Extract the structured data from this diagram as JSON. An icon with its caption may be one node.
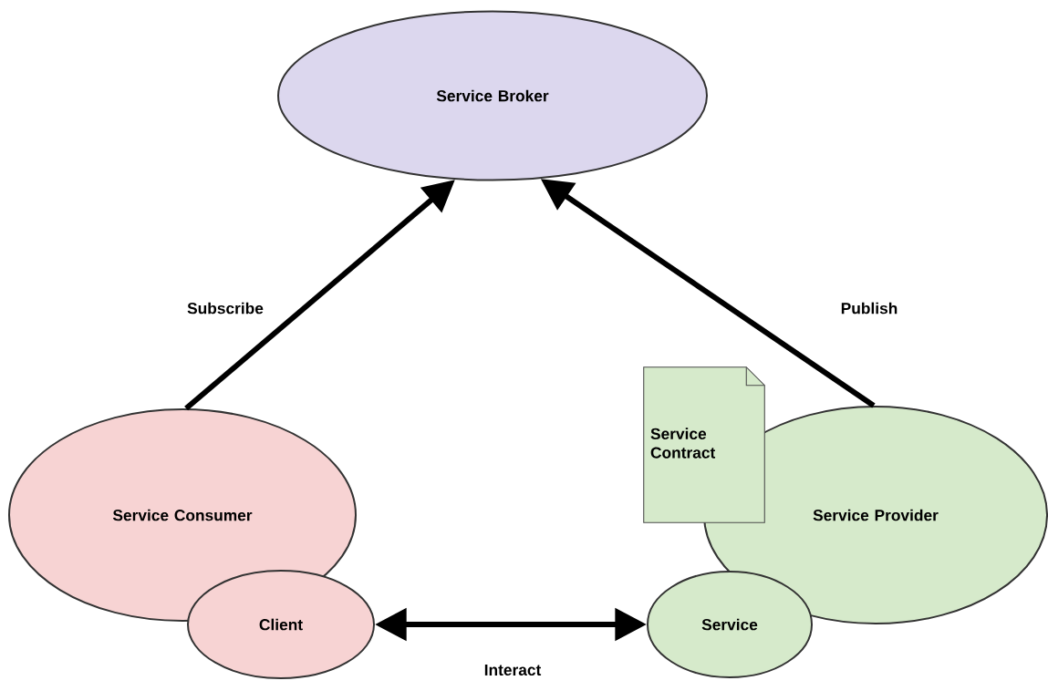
{
  "diagram": {
    "nodes": [
      {
        "text": [
          "Service Broker"
        ]
      },
      {
        "text": [
          "Service Consumer"
        ]
      },
      {
        "text": [
          "Client"
        ]
      },
      {
        "text": [
          "Service Provider"
        ]
      },
      {
        "text": [
          "Service Contract"
        ]
      },
      {
        "text": [
          "Service"
        ]
      }
    ],
    "edges": [
      {
        "from": 1,
        "to": 0,
        "arrow": "to",
        "label": "Subscribe"
      },
      {
        "from": 3,
        "to": 0,
        "arrow": "to",
        "label": "Publish"
      },
      {
        "from": 2,
        "to": 5,
        "arrow": "both",
        "label": "Interact"
      }
    ]
  }
}
